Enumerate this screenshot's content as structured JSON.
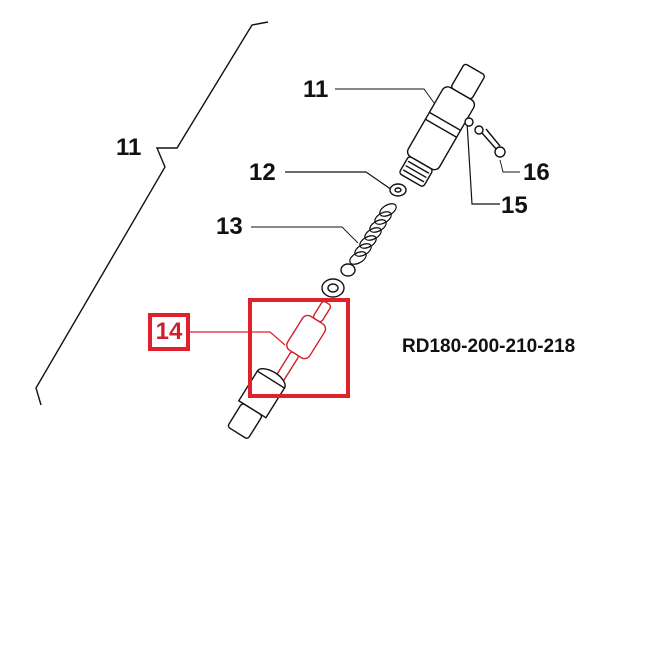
{
  "diagram": {
    "model_code": "RD180-200-210-218",
    "highlight_color": "#e0202a",
    "callouts": [
      {
        "id": "11",
        "label": "11",
        "part": "injector-assembly-group"
      },
      {
        "id": "11b",
        "label": "11",
        "part": "injector-body"
      },
      {
        "id": "12",
        "label": "12",
        "part": "washer"
      },
      {
        "id": "13",
        "label": "13",
        "part": "spring"
      },
      {
        "id": "14",
        "label": "14",
        "part": "nozzle",
        "highlighted": true
      },
      {
        "id": "15",
        "label": "15",
        "part": "seal"
      },
      {
        "id": "16",
        "label": "16",
        "part": "return-pipe-bolt"
      }
    ]
  }
}
